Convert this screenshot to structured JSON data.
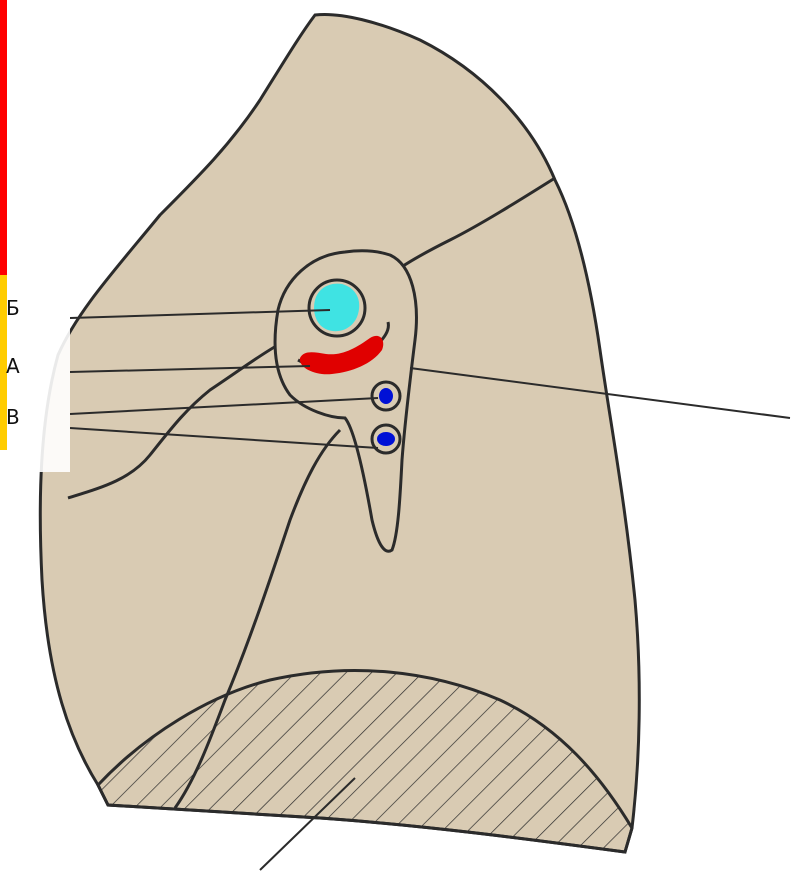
{
  "labels": {
    "b": "Б",
    "a": "А",
    "v": "В"
  },
  "colors": {
    "lung_fill": "#d9cbb3",
    "outline": "#2b2b2b",
    "bronchus": "#3fe3e3",
    "artery": "#e00000",
    "veins": "#0010d6",
    "side_bar_red": "#ff0000",
    "side_bar_yellow": "#ffcc00"
  },
  "icons": {
    "left_lung": "left-lung-medial-surface-icon"
  }
}
